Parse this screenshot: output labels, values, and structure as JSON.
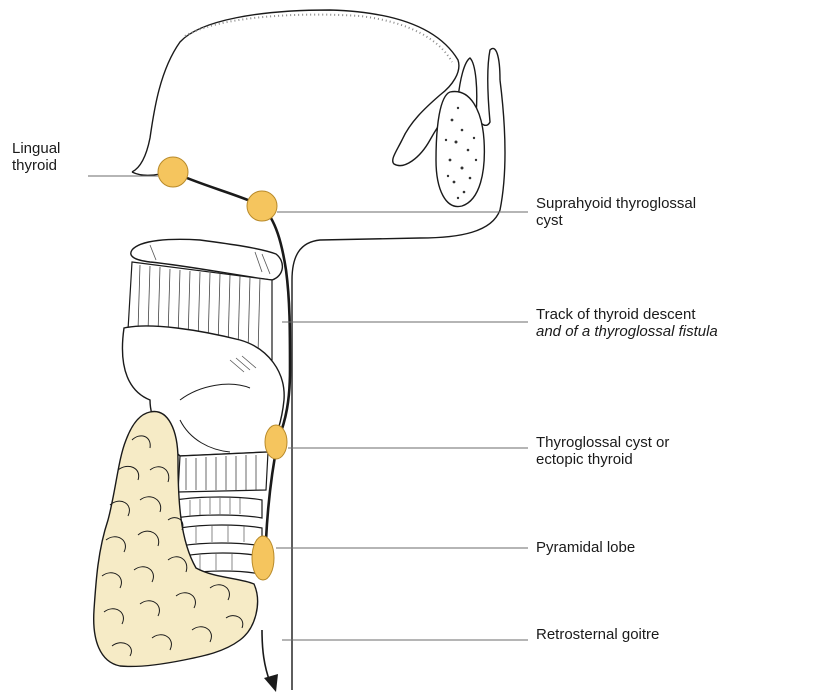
{
  "labels": {
    "lingual": {
      "line1": "Lingual",
      "line2": "thyroid"
    },
    "suprahyoid": {
      "line1": "Suprahyoid thyroglossal",
      "line2": "cyst"
    },
    "track": {
      "line1": "Track of thyroid descent",
      "line2": "and of a thyroglossal fistula"
    },
    "thyroglossal_cyst": {
      "line1": "Thyroglossal cyst or",
      "line2": "ectopic thyroid"
    },
    "pyramidal": {
      "line1": "Pyramidal lobe"
    },
    "retrosternal": {
      "line1": "Retrosternal goitre"
    }
  },
  "colors": {
    "gland_fill": "#f6ebc6",
    "node_fill": "#f5c55e",
    "line": "#1a1a1a",
    "leader": "#6b6b6b"
  },
  "icons": {
    "descent_arrow": "arrow-down-icon"
  }
}
